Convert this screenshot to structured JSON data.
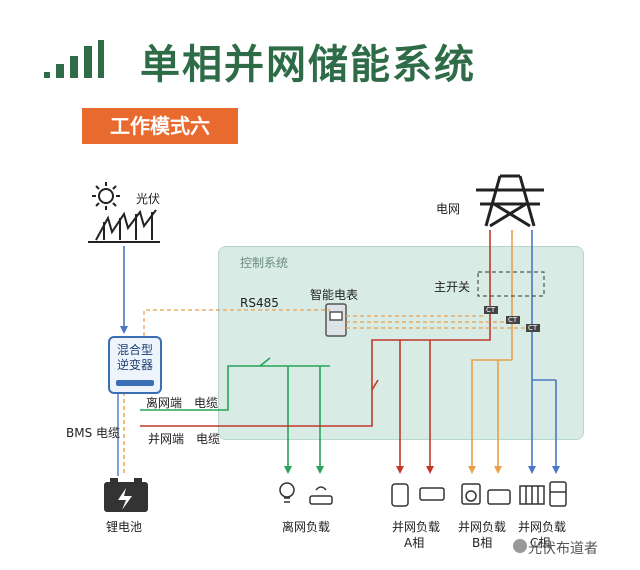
{
  "title": "单相并网储能系统",
  "mode_label": "工作模式六",
  "labels": {
    "pv": "光伏",
    "grid": "电网",
    "control_system": "控制系统",
    "rs485": "RS485",
    "smart_meter": "智能电表",
    "main_switch": "主开关",
    "inverter_line1": "混合型",
    "inverter_line2": "逆变器",
    "offgrid_port": "离网端",
    "ongrid_port": "并网端",
    "cable1": "电缆",
    "cable2": "电缆",
    "bms_cable": "BMS 电缆",
    "battery": "锂电池",
    "offgrid_load": "离网负载",
    "load_a_line1": "并网负载",
    "load_a_line2": "A相",
    "load_b_line1": "并网负载",
    "load_b_line2": "B相",
    "load_c_line1": "并网负载",
    "load_c_line2": "C相",
    "ct": "CT"
  },
  "watermark": "光伏布道者",
  "colors": {
    "title": "#2e6b47",
    "mode_badge": "#e86a2f",
    "red_line": "#c0392b",
    "orange_line": "#e8a04a",
    "blue_line": "#4a78c2",
    "green_line": "#27a35a",
    "control_box": "#d8ebe5"
  }
}
